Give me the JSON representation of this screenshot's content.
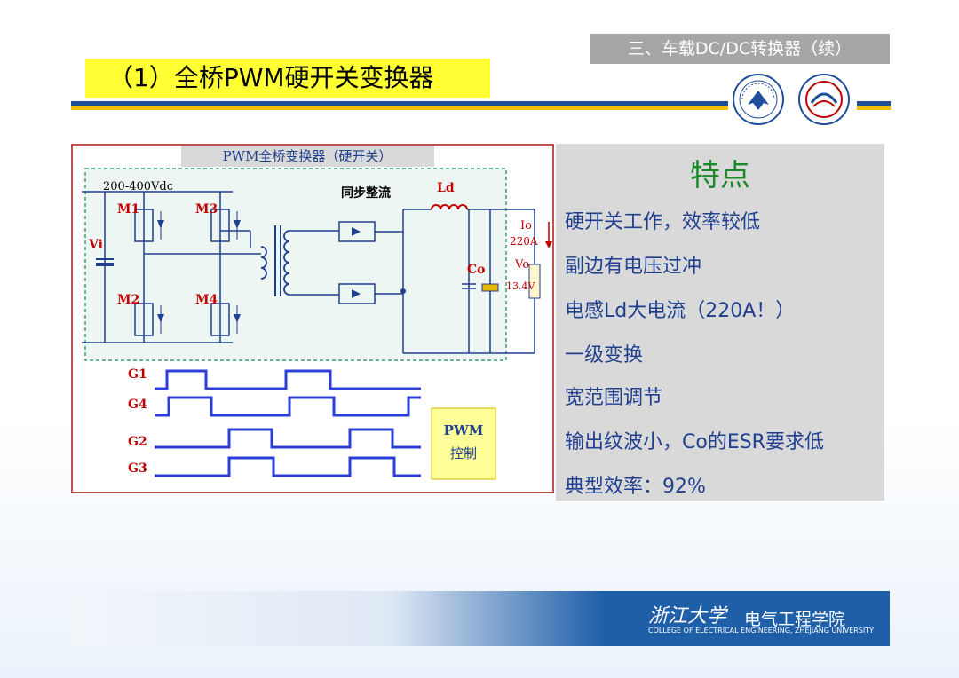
{
  "slide": {
    "section_tag": "三、车载DC/DC转换器（续）",
    "title": "（1）全桥PWM硬开关变换器"
  },
  "diagram": {
    "panel_title": "PWM全桥变换器（硬开关）",
    "input_voltage": "200-400Vdc",
    "vi_label": "Vi",
    "switches": [
      "M1",
      "M3",
      "M2",
      "M4"
    ],
    "sync_rect_label": "同步整流",
    "inductor_label": "Ld",
    "capacitor_label": "Co",
    "io_label": "Io",
    "io_value": "220A",
    "vo_label": "Vo",
    "vo_value": "13.4V",
    "gate_signals": [
      "G1",
      "G4",
      "G2",
      "G3"
    ],
    "pwm_box_line1": "PWM",
    "pwm_box_line2": "控制"
  },
  "features": {
    "heading": "特点",
    "items": [
      "硬开关工作，效率较低",
      "副边有电压过冲",
      "电感Ld大电流（220A！）",
      "一级变换",
      "宽范围调节",
      "输出纹波小，Co的ESR要求低",
      "典型效率：92%"
    ]
  },
  "footer": {
    "university": "浙江大学",
    "college": "电气工程学院",
    "college_en": "COLLEGE OF ELECTRICAL ENGINEERING, ZHEJIANG UNIVERSITY"
  },
  "colors": {
    "title_bg": "#ffff33",
    "section_tag_bg": "#a6a6a6",
    "feature_text": "#1f3f8f",
    "heading_text": "#1a8a2a",
    "panel_border": "#c0504d",
    "footer_bg": "#1f5fa8",
    "waveform": "#2b3fd6",
    "label_red": "#c00000"
  },
  "icons": [
    "zju-emblem-icon",
    "college-emblem-icon"
  ]
}
